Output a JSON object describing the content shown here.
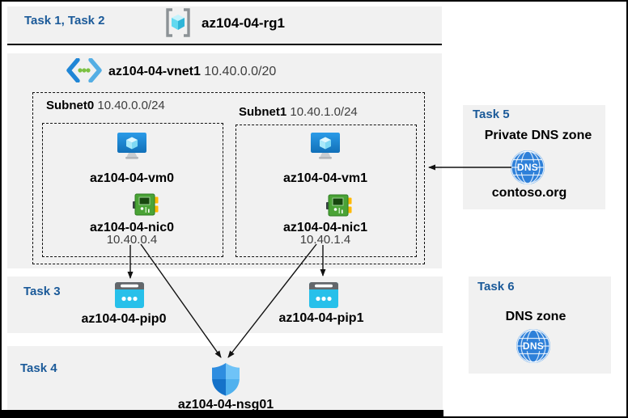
{
  "header": {
    "tasks_label": "Task 1, Task 2",
    "resource_group": "az104-04-rg1"
  },
  "vnet": {
    "name": "az104-04-vnet1",
    "cidr": "10.40.0.0/20",
    "subnets": [
      {
        "name": "Subnet0",
        "cidr": "10.40.0.0/24",
        "vm": "az104-04-vm0",
        "nic": "az104-04-nic0",
        "ip": "10.40.0.4"
      },
      {
        "name": "Subnet1",
        "cidr": "10.40.1.0/24",
        "vm": "az104-04-vm1",
        "nic": "az104-04-nic1",
        "ip": "10.40.1.4"
      }
    ]
  },
  "task3": {
    "label": "Task 3",
    "pips": [
      "az104-04-pip0",
      "az104-04-pip1"
    ]
  },
  "task4": {
    "label": "Task 4",
    "nsg": "az104-04-nsg01"
  },
  "task5": {
    "label": "Task 5",
    "title": "Private DNS zone",
    "zone_name": "contoso.org",
    "icon_text": "DNS"
  },
  "task6": {
    "label": "Task 6",
    "title": "DNS zone",
    "icon_text": "DNS"
  },
  "colors": {
    "task_label": "#1b5a99",
    "panel_bg": "#f1f1f1",
    "pip_cyan": "#27c0ea",
    "nic_green": "#4aa336",
    "dns_blue": "#2e80d9",
    "vm_blue": "#1988d9"
  }
}
